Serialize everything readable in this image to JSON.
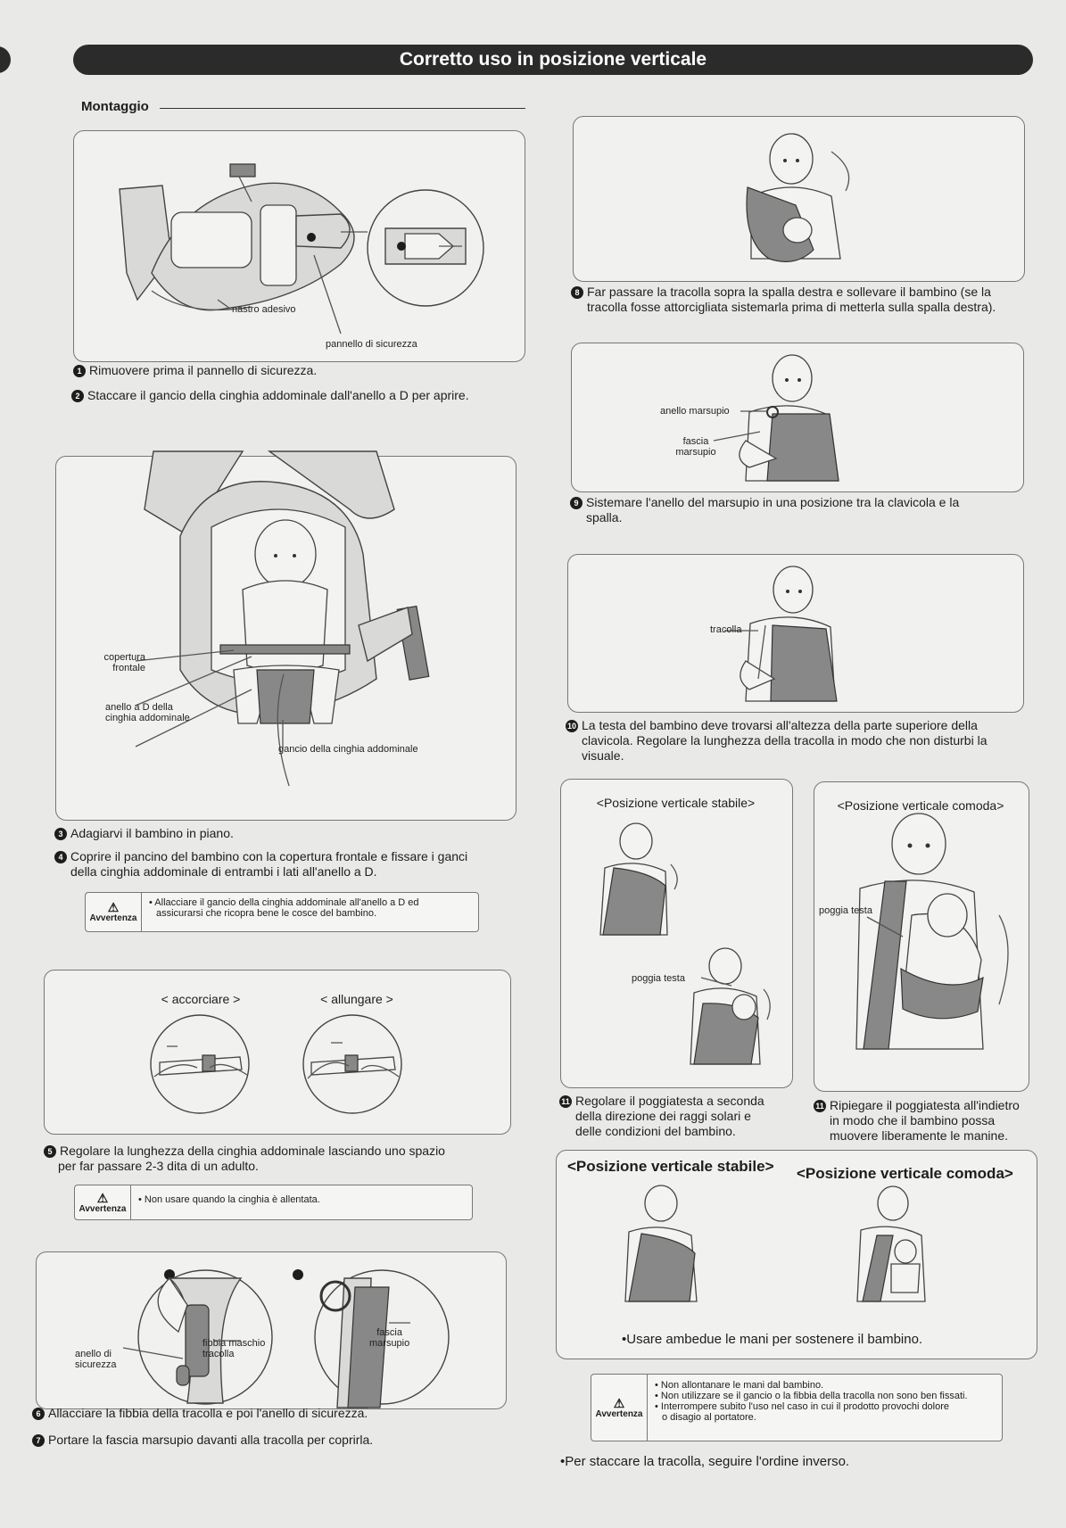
{
  "banner_title": "Corretto uso in posizione verticale",
  "section_title": "Montaggio",
  "step_badges": [
    "1",
    "2",
    "3",
    "4",
    "5",
    "6",
    "7",
    "8",
    "9",
    "10",
    "11"
  ],
  "fig1": {
    "label_tape": "nastro adesivo",
    "label_panel": "pannello di sicurezza"
  },
  "steps": {
    "s1": "Rimuovere prima il pannello di sicurezza.",
    "s2": "Staccare il gancio della cinghia addominale dall'anello a D per aprire.",
    "s3": "Adagiarvi il bambino in piano.",
    "s4a": "Coprire il pancino del bambino con la copertura frontale e fissare i ganci",
    "s4b": "della cinghia addominale di entrambi i lati all'anello a D.",
    "s5a": "Regolare la lunghezza della cinghia addominale lasciando uno spazio",
    "s5b": "per far passare 2-3 dita di un adulto.",
    "s6": "Allacciare la fibbia della tracolla e poi l'anello di sicurezza.",
    "s7": "Portare la fascia marsupio davanti alla tracolla per coprirla.",
    "s8a": "Far passare la tracolla sopra la spalla destra e sollevare il bambino (se la",
    "s8b": "tracolla fosse attorcigliata sistemarla prima di metterla sulla spalla destra).",
    "s9a": "Sistemare l'anello del marsupio in una posizione tra la clavicola e la",
    "s9b": "spalla.",
    "s10a": "La testa del bambino deve trovarsi all'altezza della parte superiore della",
    "s10b": "clavicola. Regolare la lunghezza della tracolla in modo che non disturbi la",
    "s10c": "visuale.",
    "s11la": "Regolare il poggiatesta a seconda",
    "s11lb": "della direzione dei raggi solari e",
    "s11lc": "delle condizioni  del bambino.",
    "s11ra": "Ripiegare il poggiatesta all'indietro",
    "s11rb": "in modo che il bambino possa",
    "s11rc": "muovere liberamente le manine."
  },
  "fig2": {
    "label_cover_a": "copertura",
    "label_cover_b": "frontale",
    "label_dring_a": "anello a D della",
    "label_dring_b": "cinghia addominale",
    "label_hook": "gancio della cinghia addominale"
  },
  "warnings": {
    "label": "Avvertenza",
    "icon": "warning-triangle-icon",
    "w1a": "• Allacciare il gancio della cinghia addominale all'anello a D ed",
    "w1b": "assicurarsi che ricopra bene le cosce del bambino.",
    "w2": "• Non usare quando la cinghia è allentata.",
    "w3a": "• Non allontanare le mani dal bambino.",
    "w3b": "• Non utilizzare se il gancio o la fibbia della tracolla non sono ben fissati.",
    "w3c": "• Interrompere subito l'uso nel caso in cui il prodotto provochi dolore",
    "w3d": "o disagio al portatore."
  },
  "fig3": {
    "shorten": "< accorciare >",
    "lengthen": "< allungare >"
  },
  "fig4": {
    "label_safety_a": "anello di",
    "label_safety_b": "sicurezza",
    "label_buckle_a": "fibbia maschio",
    "label_buckle_b": "tracolla",
    "label_band_a": "fascia",
    "label_band_b": "marsupio"
  },
  "fig9": {
    "label_ring": "anello marsupio",
    "label_band_a": "fascia",
    "label_band_b": "marsupio"
  },
  "fig10": {
    "label_strap": "tracolla"
  },
  "positions": {
    "stable": "<Posizione verticale stabile>",
    "comfy": "<Posizione verticale comoda>",
    "headrest": "poggia testa"
  },
  "note_hands": "•Usare ambedue le mani per sostenere il bambino.",
  "note_remove": "•Per staccare la tracolla, seguire l'ordine inverso."
}
